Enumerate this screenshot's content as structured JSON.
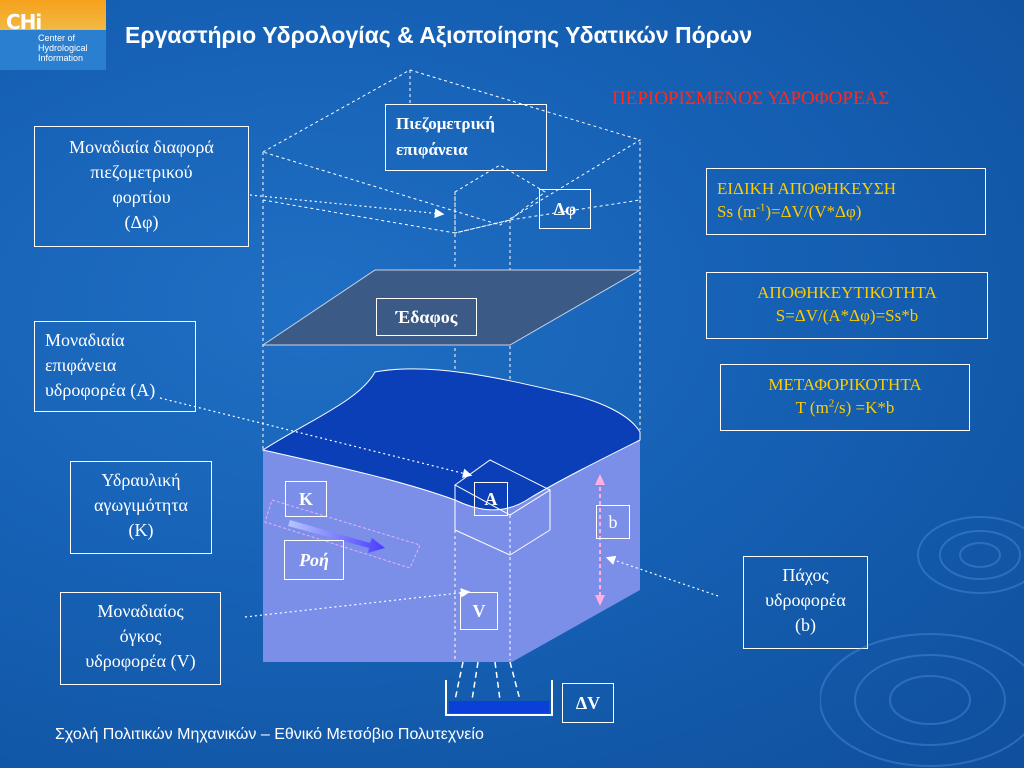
{
  "logo": {
    "mark": "CHi",
    "line1": "Center of",
    "line2": "Hydrological",
    "line3": "Information"
  },
  "header": {
    "title": "Εργαστήριο Υδρολογίας & Αξιοποίησης Υδατικών Πόρων"
  },
  "subtitle": "ΠΕΡΙΟΡΙΣΜΕΝΟΣ ΥΔΡΟΦΟΡΕΑΣ",
  "footer": "Σχολή Πολιτικών Μηχανικών – Εθνικό Μετσόβιο Πολυτεχνείο",
  "left_boxes": {
    "head": {
      "l1": "Μοναδιαία διαφορά",
      "l2": "πιεζομετρικού",
      "l3": "φορτίου",
      "l4": "(Δφ)"
    },
    "area": {
      "l1": "Μοναδιαία",
      "l2": "επιφάνεια",
      "l3": "υδροφορέα (A)"
    },
    "conductivity": {
      "l1": "Υδραυλική",
      "l2": "αγωγιμότητα",
      "l3": "(K)"
    },
    "volume": {
      "l1": "Μοναδιαίος",
      "l2": "όγκος",
      "l3": "υδροφορέα (V)"
    }
  },
  "right_boxes": {
    "specific_storage": {
      "l1": "ΕΙΔΙΚΗ ΑΠΟΘΗΚΕΥΣΗ",
      "l2a": "Ss (m",
      "l2sup": "-1",
      "l2b": ")=ΔV/(V*Δφ)"
    },
    "storativity": {
      "l1": "ΑΠΟΘΗΚΕΥΤΙΚΟΤΗΤΑ",
      "l2": "S=ΔV/(A*Δφ)=Ss*b"
    },
    "transmissivity": {
      "l1": "ΜΕΤΑΦΟΡΙΚΟΤΗΤΑ",
      "l2a": "T (m",
      "l2sup": "2",
      "l2b": "/s) =K*b"
    },
    "thickness": {
      "l1": "Πάχος",
      "l2": "υδροφορέα",
      "l3": "(b)"
    }
  },
  "diagram_labels": {
    "piezometric": {
      "l1": "Πιεζομετρική",
      "l2": "επιφάνεια"
    },
    "dphi": "Δφ",
    "ground": "Έδαφος",
    "A": "A",
    "K": "K",
    "b": "b",
    "flow": "Ροή",
    "V": "V",
    "dV": "ΔV"
  },
  "colors": {
    "background": "#1661b5",
    "aquifer_top": "#0a3fb8",
    "aquifer_side": "#7b8ee8",
    "ground": "#3b5a86",
    "highlight_text": "#ffcc00",
    "title_red": "#ff2a1a"
  }
}
